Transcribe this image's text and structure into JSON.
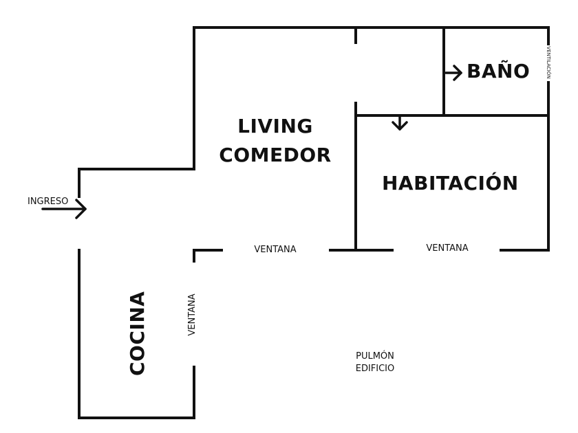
{
  "rooms": {
    "living_line1": "LIVING",
    "living_line2": "COMEDOR",
    "bano": "BAÑO",
    "habitacion": "HABITACIÓN",
    "cocina": "COCINA"
  },
  "labels": {
    "ingreso": "INGRESO",
    "ventana_living": "VENTANA",
    "ventana_habitacion": "VENTANA",
    "ventana_cocina": "VENTANA",
    "ventilacion": "VENTILACIÓN",
    "pulmon_line1": "PULMÓN",
    "pulmon_line2": "EDIFICIO"
  },
  "colors": {
    "wall": "#111111",
    "background": "#ffffff"
  }
}
